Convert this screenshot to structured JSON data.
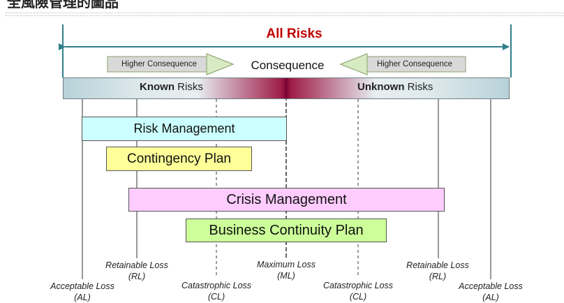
{
  "header": {
    "title": "全風險管理的圖品"
  },
  "diagram": {
    "all_risks": "All Risks",
    "consequence": "Consequence",
    "left_arrow_label": "Higher Consequence",
    "right_arrow_label": "Higher Consequence",
    "known_bold": "Known",
    "known_rest": " Risks",
    "unknown_bold": "Unknown",
    "unknown_rest": " Risks",
    "boxes": {
      "risk_management": "Risk Management",
      "contingency_plan": "Contingency Plan",
      "crisis_management": "Crisis Management",
      "business_continuity_plan": "Business Continuity Plan"
    },
    "losses": {
      "acceptable_left_1": "Acceptable Loss",
      "acceptable_left_2": "(AL)",
      "retainable_left_1": "Retainable Loss",
      "retainable_left_2": "(RL)",
      "catastrophic_left_1": "Catastrophic Loss",
      "catastrophic_left_2": "(CL)",
      "maximum_1": "Maximum Loss",
      "maximum_2": "(ML)",
      "catastrophic_right_1": "Catastrophic Loss",
      "catastrophic_right_2": "(CL)",
      "retainable_right_1": "Retainable Loss",
      "retainable_right_2": "(RL)",
      "acceptable_right_1": "Acceptable Loss",
      "acceptable_right_2": "(AL)"
    },
    "colors": {
      "all_risks": "#c00000",
      "arrow_teal": "#2f7f8a",
      "band_center": "#7a0030",
      "risk_management": "#ccffff",
      "contingency_plan": "#ffff99",
      "crisis_management": "#ffccff",
      "business_continuity_plan": "#ccff99"
    }
  }
}
